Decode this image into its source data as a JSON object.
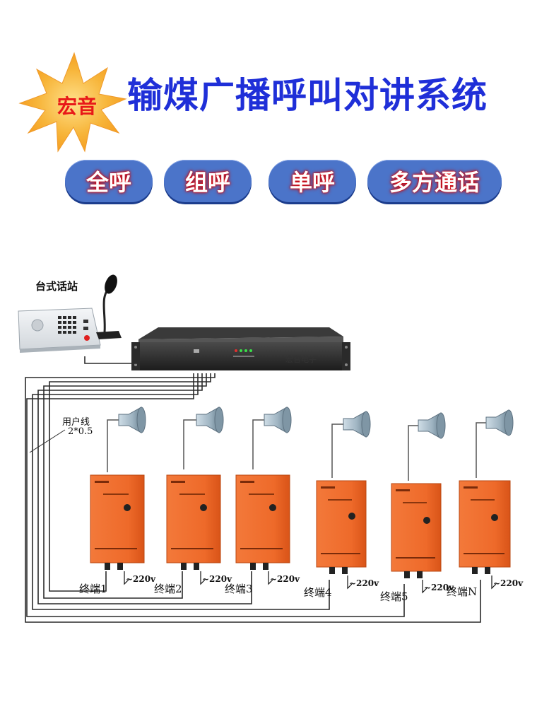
{
  "brand": "宏音",
  "title": "输煤广播呼叫对讲系统",
  "modes": [
    "全呼",
    "组呼",
    "单呼",
    "多方通话"
  ],
  "desk_station_label": "台式话站",
  "cable_label": "用户线",
  "cable_spec": "2*0.5",
  "host_company": "宏音电子",
  "terminals": [
    {
      "label": "终端1",
      "power": "~220v"
    },
    {
      "label": "终端2",
      "power": "~220v"
    },
    {
      "label": "终端3",
      "power": "~220v"
    },
    {
      "label": "终端4",
      "power": "~220v"
    },
    {
      "label": "终端5",
      "power": "~220v"
    },
    {
      "label": "终端N",
      "power": "~220v"
    }
  ],
  "colors": {
    "title": "#1f2fd8",
    "brand_text": "#e81818",
    "starburst": "#f7b53a",
    "pill_bg": "#4b74c9",
    "terminal_box": "#f06a2c",
    "cable": "#2a2a2a"
  }
}
